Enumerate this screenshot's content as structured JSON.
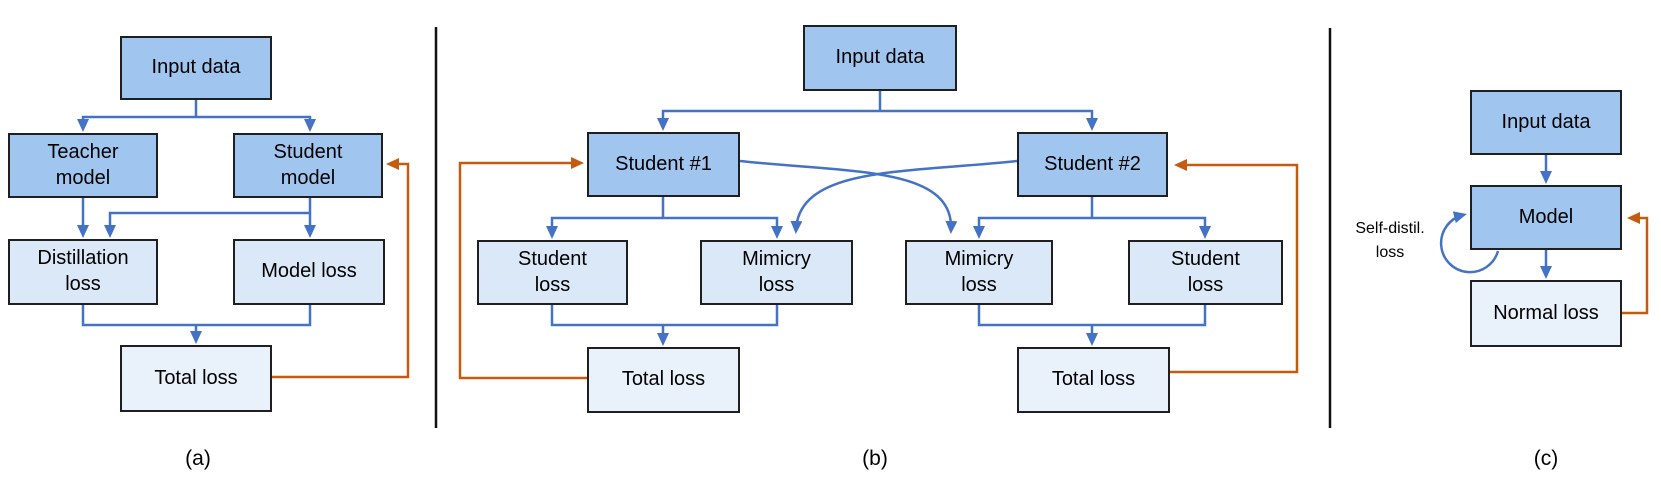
{
  "colors": {
    "box_dark": "#A0C6F0",
    "box_light": "#DAE8F8",
    "box_lighter": "#E9F1FB",
    "edge_blue": "#4472C4",
    "edge_orange": "#C55A11",
    "box_border": "#1F1F1F",
    "divider": "#111111",
    "text": "#000000"
  },
  "panels": {
    "a": {
      "label": "(a)",
      "nodes": {
        "input": "Input data",
        "teacher": "Teacher\nmodel",
        "student": "Student\nmodel",
        "distillation_loss": "Distillation\nloss",
        "model_loss": "Model loss",
        "total_loss": "Total loss"
      }
    },
    "b": {
      "label": "(b)",
      "nodes": {
        "input": "Input data",
        "student1": "Student #1",
        "student2": "Student #2",
        "student_loss_1": "Student\nloss",
        "mimicry_loss_1": "Mimicry\nloss",
        "mimicry_loss_2": "Mimicry\nloss",
        "student_loss_2": "Student\nloss",
        "total_loss_1": "Total loss",
        "total_loss_2": "Total loss"
      }
    },
    "c": {
      "label": "(c)",
      "nodes": {
        "input": "Input data",
        "model": "Model",
        "normal_loss": "Normal loss"
      },
      "self_distill_label": "Self-distil.\nloss"
    }
  }
}
